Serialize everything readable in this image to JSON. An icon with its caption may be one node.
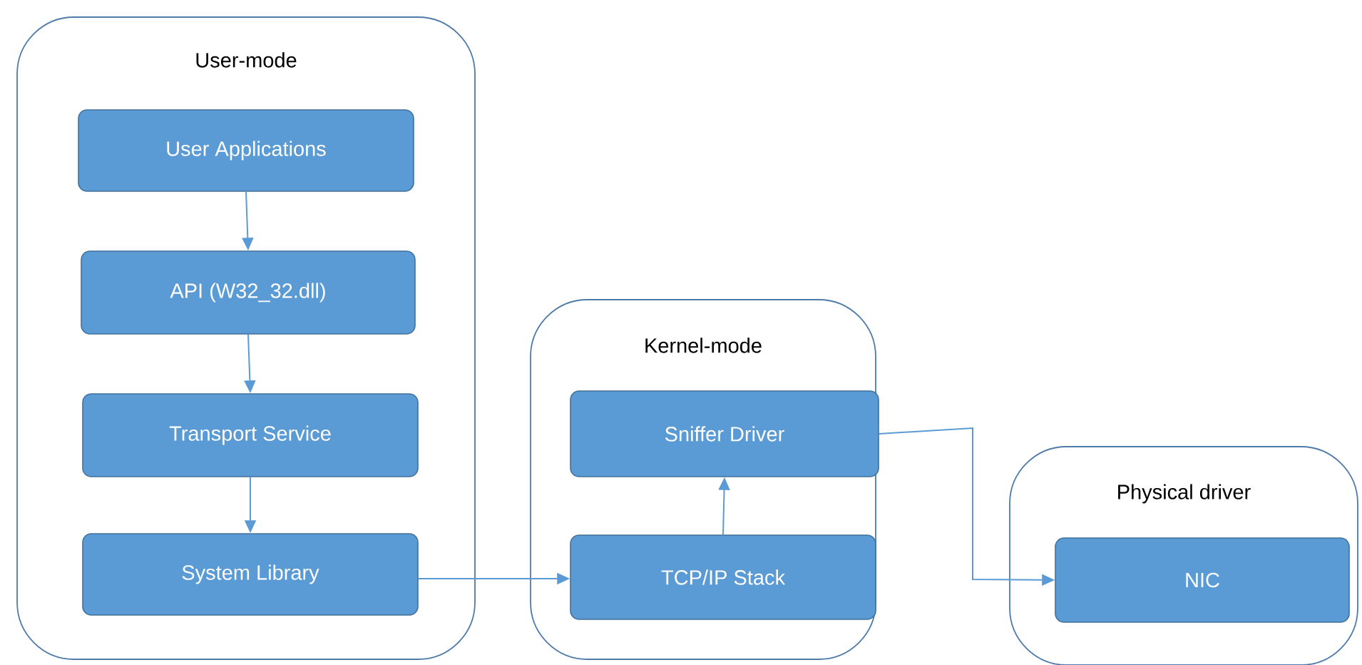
{
  "diagram": {
    "nodes": [
      {
        "text": [
          "User-mode"
        ]
      },
      {
        "text": [
          "User Applications"
        ],
        "in": 0
      },
      {
        "text": [
          "API (W32_32.dll)"
        ],
        "in": 0
      },
      {
        "text": [
          "Transport Service"
        ],
        "in": 0
      },
      {
        "text": [
          "System Library"
        ],
        "in": 0
      },
      {
        "text": [
          "Kernel-mode"
        ]
      },
      {
        "text": [
          "Sniffer Driver"
        ],
        "in": 5
      },
      {
        "text": [
          "TCP/IP Stack"
        ],
        "in": 5
      },
      {
        "text": [
          "Physical driver"
        ]
      },
      {
        "text": [
          "NIC"
        ],
        "in": 8
      }
    ],
    "edges": [
      {
        "from": 1,
        "to": 2,
        "arrow": "to"
      },
      {
        "from": 2,
        "to": 3,
        "arrow": "to"
      },
      {
        "from": 3,
        "to": 4,
        "arrow": "to"
      },
      {
        "from": 4,
        "to": 7,
        "arrow": "to"
      },
      {
        "from": 7,
        "to": 6,
        "arrow": "to"
      },
      {
        "from": 6,
        "to": 9,
        "arrow": "to"
      }
    ]
  }
}
